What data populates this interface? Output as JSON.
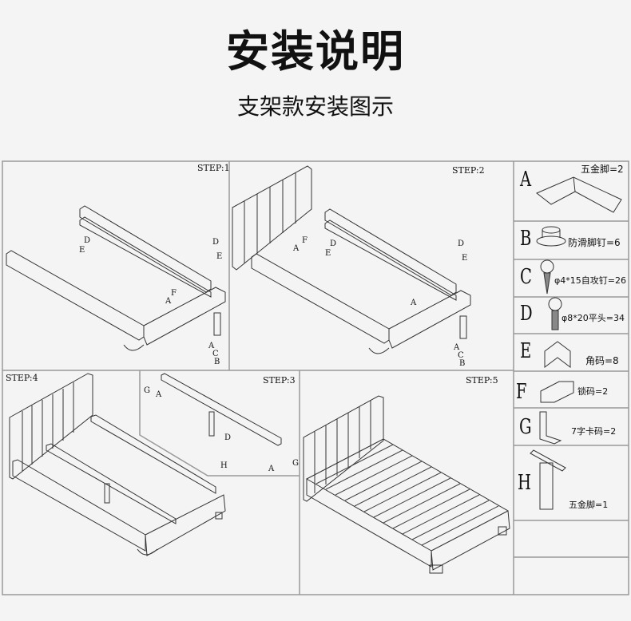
{
  "title": "安装说明",
  "subtitle": "支架款安装图示",
  "steps": {
    "s1": "STEP:1",
    "s2": "STEP:2",
    "s3": "STEP:3",
    "s4": "STEP:4",
    "s5": "STEP:5"
  },
  "callouts": {
    "s1": [
      "D",
      "E",
      "D",
      "E",
      "F",
      "A",
      "A",
      "C",
      "B"
    ],
    "s2": [
      "D",
      "E",
      "D",
      "E",
      "F",
      "A",
      "A",
      "A",
      "C",
      "B"
    ],
    "s3": [
      "G",
      "A",
      "D",
      "H",
      "A",
      "G"
    ]
  },
  "parts": [
    {
      "letter": "A",
      "text": "五金脚=2"
    },
    {
      "letter": "B",
      "text": "防滑脚钉=6"
    },
    {
      "letter": "C",
      "text": "φ4*15自攻钉=26"
    },
    {
      "letter": "D",
      "text": "φ8*20平头=34"
    },
    {
      "letter": "E",
      "text": "角码=8"
    },
    {
      "letter": "F",
      "text": "锁码=2"
    },
    {
      "letter": "G",
      "text": "7字卡码=2"
    },
    {
      "letter": "H",
      "text": "五金脚=1"
    }
  ]
}
